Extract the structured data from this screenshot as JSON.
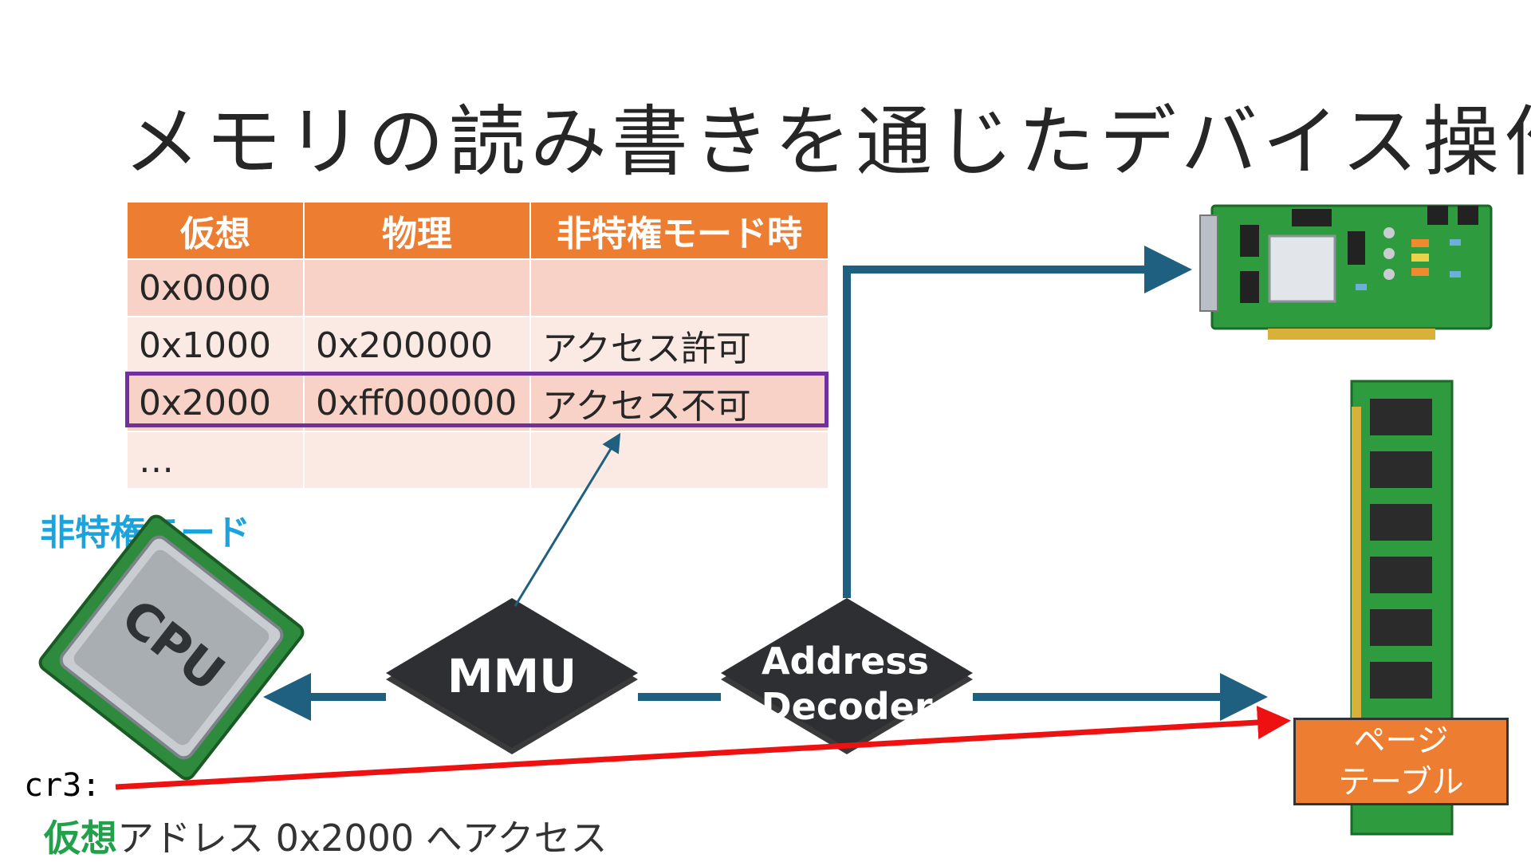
{
  "title": "メモリの読み書きを通じたデバイス操作",
  "table": {
    "headers": [
      "仮想",
      "物理",
      "非特権モード時"
    ],
    "rows": [
      [
        "0x0000",
        "",
        ""
      ],
      [
        "0x1000",
        "0x200000",
        "アクセス許可"
      ],
      [
        "0x2000",
        "0xff000000",
        "アクセス不可"
      ],
      [
        "…",
        "",
        ""
      ]
    ]
  },
  "mode_label": "非特権モード",
  "chips": {
    "mmu": "MMU",
    "decoder_line1": "Address",
    "decoder_line2": "Decoder"
  },
  "cpu_label": "CPU",
  "cr3_label": "cr3:",
  "access": {
    "highlight": "仮想",
    "rest": "アドレス 0x2000 へアクセス"
  },
  "page_table_box": {
    "line1": "ページ",
    "line2": "テーブル"
  },
  "colors": {
    "header_orange": "#ed7d31",
    "row_highlight": "#7030a0",
    "arrow_blue": "#1f5f7f",
    "cr3_red": "#ee1111",
    "mode_blue": "#1aa3dc",
    "virtual_green": "#22a04b"
  },
  "icons": [
    "cpu-icon",
    "mmu-chip-icon",
    "address-decoder-chip-icon",
    "pci-card-icon",
    "memory-module-icon"
  ]
}
